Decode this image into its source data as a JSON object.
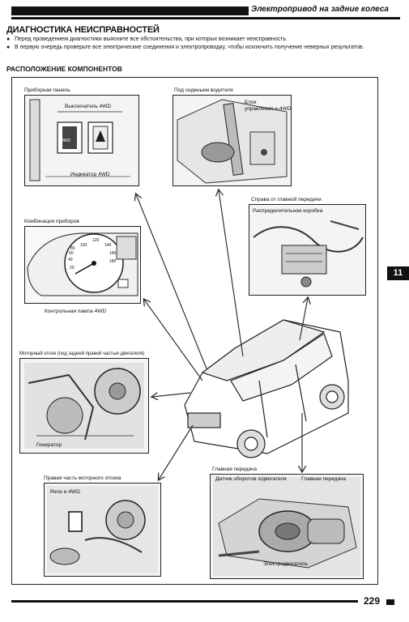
{
  "header": {
    "title": "Электропривод на задние колеса"
  },
  "section": {
    "title": "ДИАГНОСТИКА НЕИСПРАВНОСТЕЙ",
    "bullets": [
      "Перед проведением диагностики выясните все обстоятельства, при которых возникает неисправность.",
      "В первую очередь проверьте все электрические соединения и электропроводку, чтобы исключить получение неверных результатов."
    ]
  },
  "subsection": {
    "title": "РАСПОЛОЖЕНИЕ КОМПОНЕНТОВ"
  },
  "panels": {
    "dashboard": {
      "caption": "Приборная панель",
      "label1": "Выключатель 4WD",
      "label2": "Индикатор 4WD",
      "switch_text": "4WD"
    },
    "under_seat": {
      "caption": "Под сиденьем водителя",
      "label1": "Блок",
      "label2": "управления e-4WD"
    },
    "front_right": {
      "caption": "Справа от главной передачи",
      "label1": "Распределительная коробка"
    },
    "cluster": {
      "caption": "Комбинация приборов",
      "label1": "Контрольная лампа 4WD",
      "dial_ticks": [
        "20",
        "40",
        "60",
        "80",
        "100",
        "120",
        "140",
        "160",
        "180"
      ]
    },
    "engine": {
      "caption": "Моторный отсек (под задней правой частью двигателя)",
      "label1": "Генератор"
    },
    "engine_right": {
      "caption": "Правая часть моторного отсека",
      "label1": "Реле e-4WD"
    },
    "final_drive": {
      "caption": "Главная передача",
      "label1": "Датчик оборотов э/двигателя",
      "label2": "Главная передача",
      "label3": "Электродвигатель"
    }
  },
  "side_tab": "11",
  "page_number": "229"
}
